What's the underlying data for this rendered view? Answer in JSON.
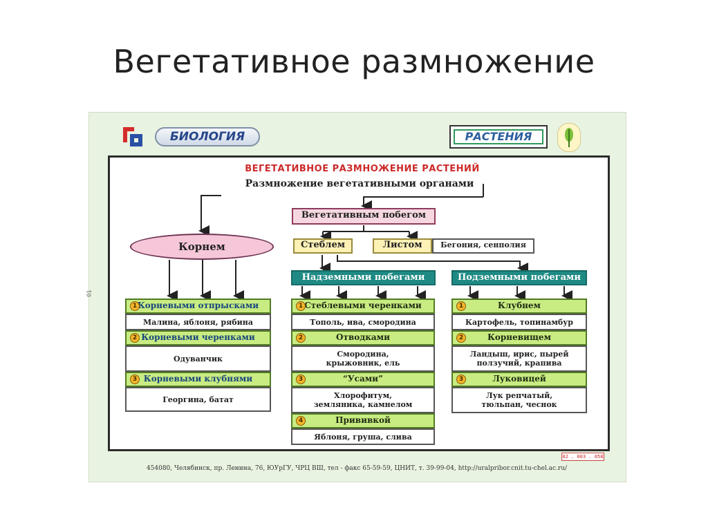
{
  "slide": {
    "title": "Вегетативное размножение"
  },
  "poster": {
    "brand_label": "БИОЛОГИЯ",
    "section_label": "РАСТЕНИЯ",
    "side_code": "01",
    "diagram_title": "ВЕГЕТАТИВНОЕ РАЗМНОЖЕНИЕ РАСТЕНИЙ",
    "diagram_subtitle": "Размножение вегетативными органами",
    "root_node": "Корнем",
    "shoot_node": "Вегетативным побегом",
    "stem_node": "Стеблем",
    "leaf_node": "Листом",
    "leaf_examples": "Бегония, сенполия",
    "aboveground_node": "Надземными побегами",
    "underground_node": "Подземными побегами",
    "root_methods": [
      {
        "num": "1",
        "name": "Корневыми отпрысками",
        "examples": "Малина, яблоня, рябина"
      },
      {
        "num": "2",
        "name": "Корневыми черенками",
        "examples": "Одуванчик"
      },
      {
        "num": "3",
        "name": "Корневыми клубнями",
        "examples": "Георгина, батат"
      }
    ],
    "aboveground_methods": [
      {
        "num": "1",
        "name": "Стеблевыми черенками",
        "examples": "Тополь, ива, смородина"
      },
      {
        "num": "2",
        "name": "Отводками",
        "examples": "Смородина, крыжовник, ель"
      },
      {
        "num": "3",
        "name": "“Усами”",
        "examples": "Хлорофитум, земляника, камнелом"
      },
      {
        "num": "4",
        "name": "Прививкой",
        "examples": "Яблоня, груша, слива"
      }
    ],
    "underground_methods": [
      {
        "num": "1",
        "name": "Клубнем",
        "examples": "Картофель, топинамбур"
      },
      {
        "num": "2",
        "name": "Корневищем",
        "examples": "Ландыш, ирис, пырей ползучий, крапива"
      },
      {
        "num": "3",
        "name": "Луковицей",
        "examples": "Лук репчатый, тюльпан, чеснок"
      }
    ],
    "footer": "454080, Челябинск, пр. Ленина, 76, ЮУрГУ, ЧРЦ ВШ, тел - факс 65-59-59, ЦНИТ, т. 39-99-04, http://uralpribor.cnit.tu-chel.ac.ru/",
    "poster_code": "02 . 003 . 058"
  },
  "colors": {
    "method_row": "#c9ec82",
    "group_header": "#1f8a84",
    "accent_title": "#cc2a2a",
    "oval": "#f6c7d8"
  }
}
